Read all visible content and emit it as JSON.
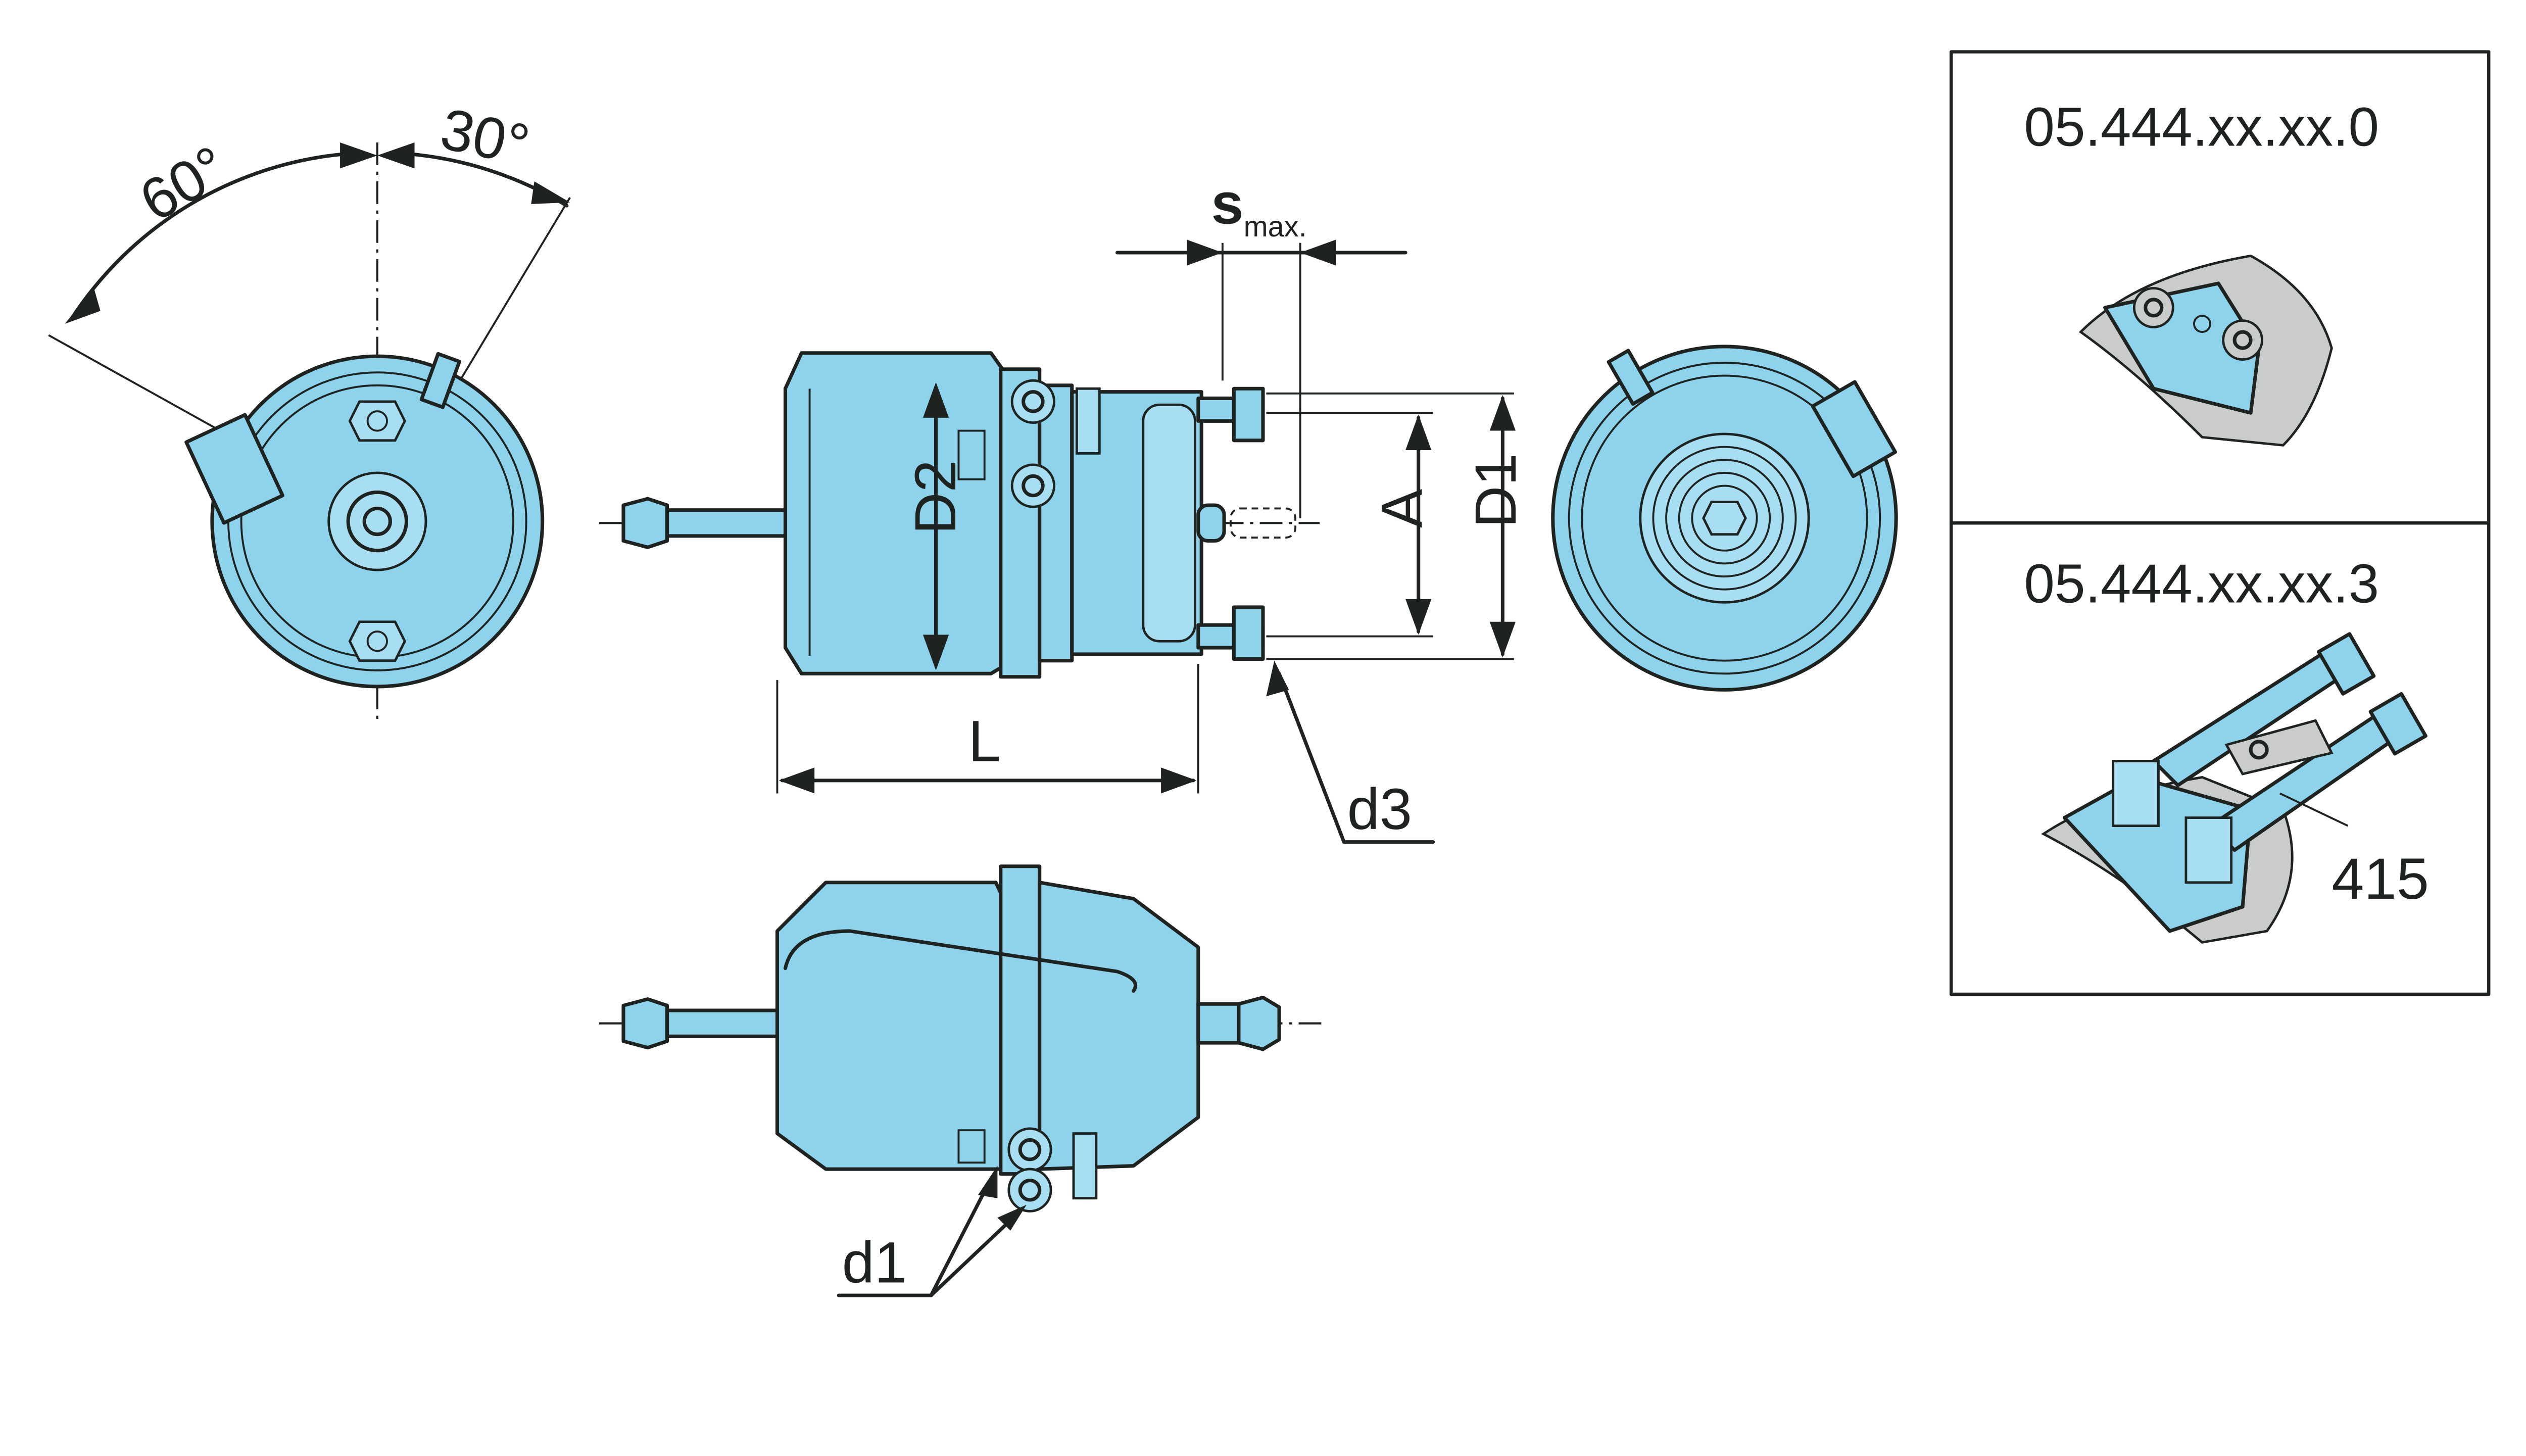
{
  "title": "Combination brake cylinder dimension drawing",
  "colors": {
    "body": "#8dd3ec",
    "line": "#1e2320",
    "detail": "#c9cccb"
  },
  "labels": {
    "angle_60": "60°",
    "angle_30": "30°",
    "stroke_s": "s",
    "stroke_sub": "max.",
    "d2": "D2",
    "a": "A",
    "d1_dim": "D1",
    "l": "L",
    "d3": "d3",
    "d1_port": "d1"
  },
  "variants": [
    {
      "code": "05.444.xx.xx.0"
    },
    {
      "code": "05.444.xx.xx.3",
      "callout": "415"
    }
  ]
}
